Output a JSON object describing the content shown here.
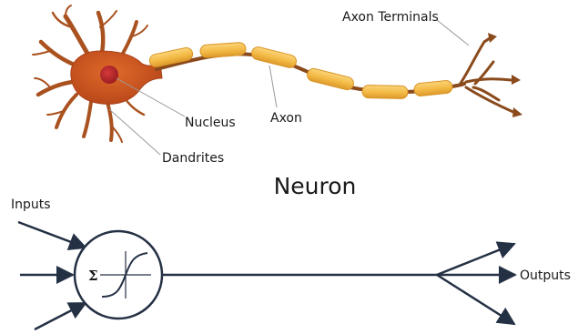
{
  "labels": {
    "axon_terminals": "Axon Terminals",
    "nucleus": "Nucleus",
    "axon": "Axon",
    "dendrites": "Dandrites",
    "title": "Neuron",
    "inputs": "Inputs",
    "outputs": "Outputs",
    "sigma": "Σ"
  },
  "colors": {
    "cell_body": "#c8561e",
    "nucleus": "#b8242a",
    "dendrite": "#a9521f",
    "myelin": "#f3ba4a",
    "myelin_edge": "#d89325",
    "axon": "#8a4a1c",
    "pointer": "#9a9a9a",
    "perceptron": "#243044"
  }
}
